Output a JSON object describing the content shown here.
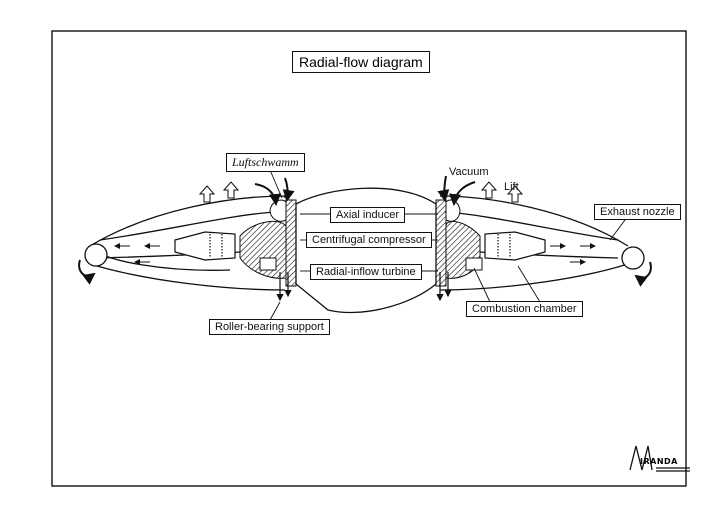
{
  "title": "Radial-flow diagram",
  "labels": {
    "luftschwamm": "Luftschwamm",
    "vacuum": "Vacuum",
    "lift": "Lift",
    "exhaust_nozzle": "Exhaust nozzle",
    "axial_inducer": "Axial inducer",
    "centrifugal_compressor": "Centrifugal compressor",
    "radial_inflow_turbine": "Radial-inflow turbine",
    "roller_bearing_support": "Roller-bearing support",
    "combustion_chamber": "Combustion chamber"
  },
  "logo": {
    "text": "IRANDA",
    "initial": "M"
  },
  "colors": {
    "line": "#111111",
    "background": "#ffffff"
  }
}
